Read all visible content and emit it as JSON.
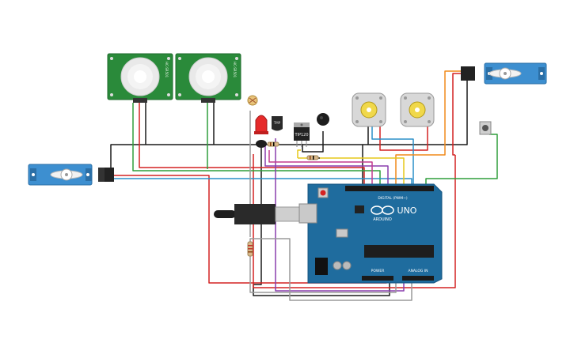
{
  "board": {
    "brand": "ARDUINO",
    "model": "UNO",
    "digital_header": "DIGITAL (PWM~)",
    "power_header": "POWER",
    "analog_header": "ANALOG IN"
  },
  "components": {
    "transistor_label": "TIP120",
    "sensor_label": "TMP",
    "pir_label": "HC-SR501"
  },
  "colors": {
    "wire_black": "#1a1a1a",
    "wire_red": "#d42222",
    "wire_green": "#2e9e3a",
    "wire_blue": "#2a8fc8",
    "wire_orange": "#f08a1a",
    "wire_yellow": "#e6c81a",
    "wire_purple": "#8a3fae",
    "wire_gray": "#9a9a9a",
    "wire_pink": "#c23b8f",
    "board_blue": "#1f6c9e",
    "pir_green": "#2a8a3a",
    "servo_blue": "#3d8fd0"
  }
}
